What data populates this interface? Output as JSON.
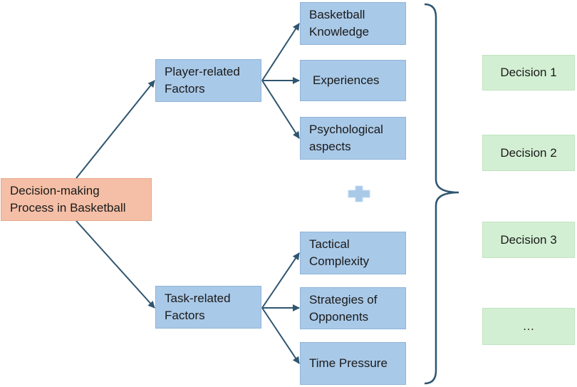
{
  "colors": {
    "factor_box": "#a9c9e8",
    "root_box": "#f4bfa6",
    "decision_box": "#d3efd3",
    "arrow": "#2f5570",
    "plus": "#a9c9e8"
  },
  "root": {
    "label": "Decision-making\nProcess in Basketball"
  },
  "categories": {
    "player": {
      "label": "Player-related\nFactors"
    },
    "task": {
      "label": "Task-related\nFactors"
    }
  },
  "player_factors": [
    {
      "label": "Basketball\nKnowledge"
    },
    {
      "label": "Experiences"
    },
    {
      "label": "Psychological\naspects"
    }
  ],
  "task_factors": [
    {
      "label": "Tactical\nComplexity"
    },
    {
      "label": "Strategies of\nOpponents"
    },
    {
      "label": "Time Pressure"
    }
  ],
  "decisions": [
    {
      "label": "Decision 1"
    },
    {
      "label": "Decision 2"
    },
    {
      "label": "Decision 3"
    },
    {
      "label": "…"
    }
  ]
}
